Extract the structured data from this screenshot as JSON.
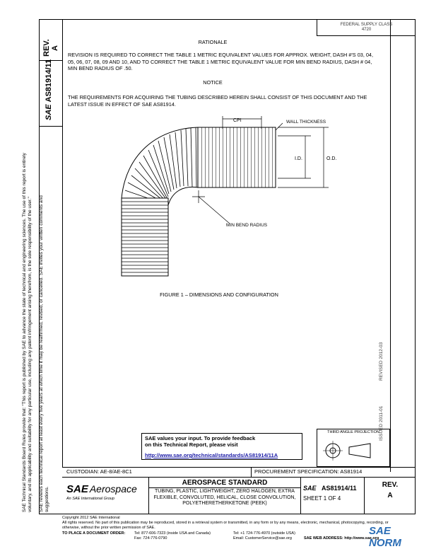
{
  "left_margin": {
    "notice_line1": "SAE Technical Standards Board Rules provide that: \"This report is published by SAE to advance the state of technical and engineering sciences. The use of this report is entirely",
    "notice_line2": "voluntary, and its applicability and suitability for any particular use, including any patent infringement arising therefrom, is the sole responsibility of the user.\"",
    "review_line1": "SAE reviews each technical report at least every five years at which time it may be reaffirmed, revised, or cancelled. SAE invites your written comments and",
    "review_line2": "suggestions."
  },
  "rev_box": {
    "label": "REV.",
    "value": "A"
  },
  "doc_id_vertical": "AS81914/11",
  "sae_mark": "SAE",
  "header_box": {
    "line1": "FEDERAL SUPPLY CLASS",
    "line2": "4720"
  },
  "rationale": {
    "title": "RATIONALE",
    "text": "REVISION IS REQUIRED TO CORRECT THE TABLE 1 METRIC EQUIVALENT VALUES FOR APPROX. WEIGHT, DASH #'S 03, 04, 05, 06, 07, 08, 09 AND 10, AND TO CORRECT THE TABLE 1 METRIC EQUIVALENT VALUE FOR MIN BEND RADIUS, DASH # 04, MIN BEND RADIUS OF .50."
  },
  "notice": {
    "title": "NOTICE",
    "text": "THE REQUIREMENTS FOR ACQUIRING THE TUBING DESCRIBED HEREIN SHALL CONSIST OF THIS DOCUMENT AND THE LATEST ISSUE IN EFFECT OF SAE AS81914."
  },
  "figure": {
    "labels": {
      "cpi": "CPI",
      "wall": "WALL THICKNESS",
      "id": "I.D.",
      "od": "O.D.",
      "bend": "MIN BEND RADIUS"
    },
    "caption": "FIGURE 1 – DIMENSIONS AND CONFIGURATION"
  },
  "right_margin": {
    "revised": "REVISED 2012-03",
    "issued": "ISSUED 2011-01"
  },
  "feedback": {
    "line1": "SAE values your input. To provide feedback",
    "line2": "on this Technical Report, please visit",
    "url": "http://www.sae.org/technical/standards/AS81914/11A"
  },
  "projection": {
    "label": "THIRD ANGLE PROJECTION"
  },
  "title_block": {
    "custodian": "CUSTODIAN: AE-8/AE-8C1",
    "procurement": "PROCUREMENT SPECIFICATION: AS81914",
    "logo_main": "SAE",
    "logo_sub": "Aerospace",
    "logo_tag": "An SAE International Group",
    "standard": "AEROSPACE STANDARD",
    "title": "TUBING, PLASTIC, LIGHTWEIGHT, ZERO HALOGEN, EXTRA FLEXIBLE, CONVOLUTED, HELICAL, CLOSE CONVOLUTION, POLYETHERETHERKETONE (PEEK)",
    "doc_number": "AS81914/11",
    "sheet": "SHEET 1 OF 4",
    "rev_label": "REV.",
    "rev_value": "A"
  },
  "footer": {
    "copyright": "Copyright 2012 SAE International",
    "rights": "All rights reserved. No part of this publication may be reproduced, stored in a retrieval system or transmitted, in any form or by any means, electronic, mechanical, photocopying, recording, or otherwise, without the prior written permission of SAE.",
    "order_label": "TO PLACE A DOCUMENT ORDER:",
    "tel1": "Tel: 877-606-7323 (inside USA and Canada)",
    "fax": "Fax: 724-776-0790",
    "tel2": "Tel: +1 724-776-4970 (outside USA)",
    "email": "Email: CustomerService@sae.org",
    "web": "SAE WEB ADDRESS: http://www.sae.org"
  },
  "watermark": {
    "text": "SAE NORM"
  }
}
